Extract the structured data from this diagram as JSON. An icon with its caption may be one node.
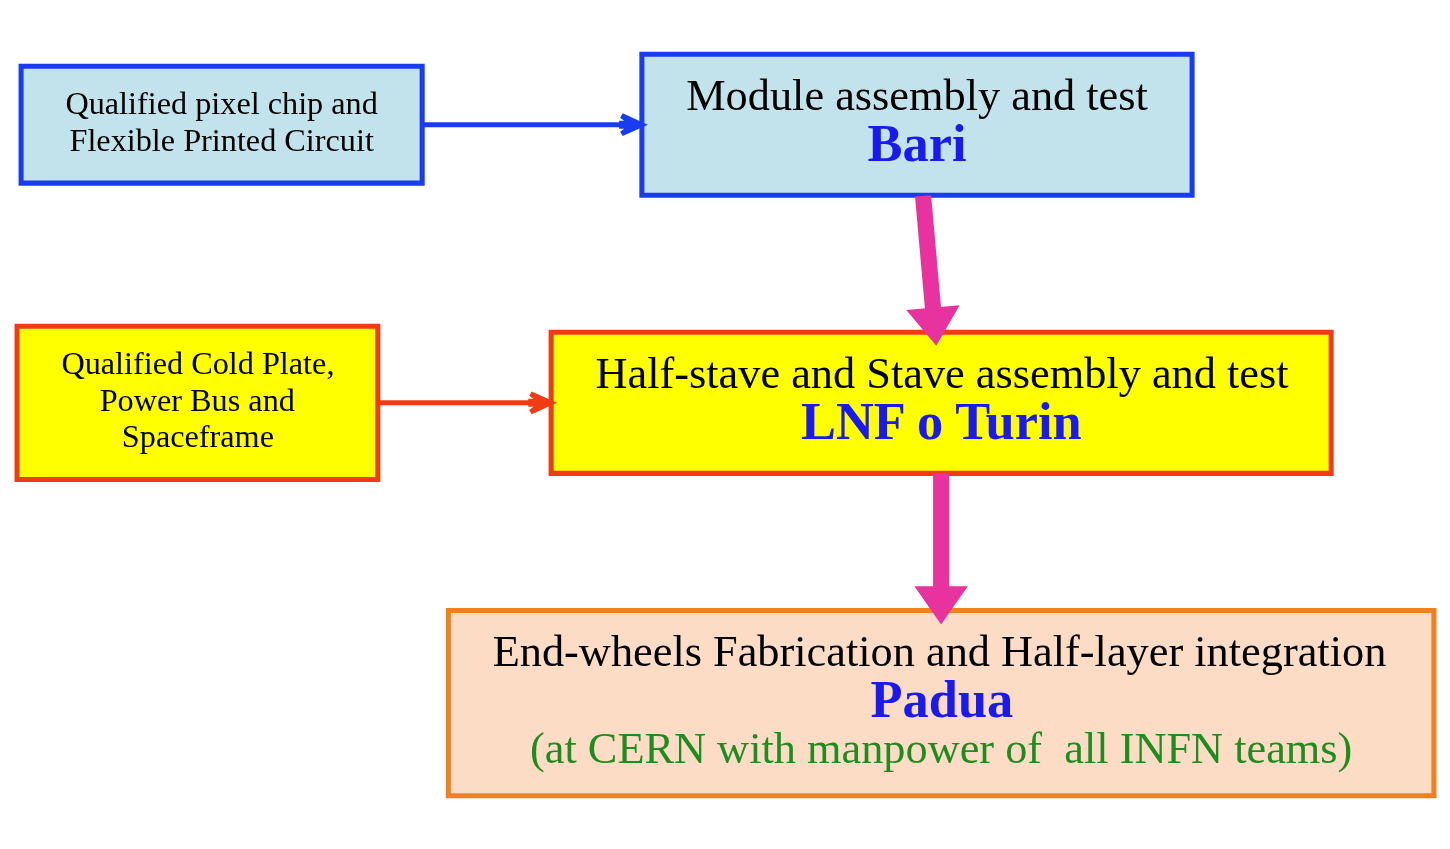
{
  "diagram": {
    "nodes": [
      {
        "text": [
          "Qualified pixel chip and Flexible Printed Circuit"
        ]
      },
      {
        "text": [
          "Module assembly and test",
          "Bari"
        ]
      },
      {
        "text": [
          "Qualified Cold Plate, Power Bus and Spaceframe"
        ]
      },
      {
        "text": [
          "Half-stave and Stave assembly and test",
          "LNF o Turin"
        ]
      },
      {
        "text": [
          "End-wheels Fabrication and Half-layer integration",
          "Padua",
          "(at CERN with manpower of  all INFN teams)"
        ]
      }
    ],
    "edges": [
      {
        "from": 0,
        "to": 1,
        "arrow": "to",
        "color": "#1a3cf0"
      },
      {
        "from": 1,
        "to": 3,
        "arrow": "to",
        "style": "thick",
        "color": "#e8339e"
      },
      {
        "from": 2,
        "to": 3,
        "arrow": "to",
        "color": "#f03c14"
      },
      {
        "from": 3,
        "to": 4,
        "arrow": "to",
        "style": "thick",
        "color": "#e8339e"
      }
    ]
  }
}
